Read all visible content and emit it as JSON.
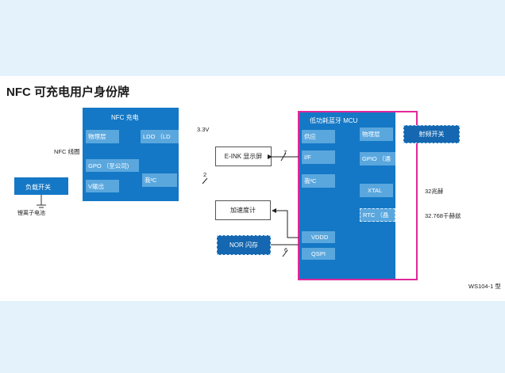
{
  "slide": {
    "title": "NFC 可充电用户身份牌",
    "footer": "WS104-1 型"
  },
  "nfc_block": {
    "title": "NFC 充电",
    "phy": "物理层",
    "ldo": "LDO （LD",
    "gpo": "GPO （至公司)",
    "vsub": "V输出",
    "i2c": "我²C"
  },
  "mcu_block": {
    "title": "低功耗蓝牙 MCU",
    "supply": "供应",
    "phy": "物理层",
    "if": "I/F",
    "gpio": "GPIO （通",
    "i2c": "我²C",
    "xtal": "XTAL",
    "rtc": "RTC （晶",
    "vddd": "VDDD",
    "qspi": "QSPI"
  },
  "left": {
    "nfc_antenna": "NFC 线圈",
    "load_switch": "负载开关",
    "battery": "锂离子电池"
  },
  "middle": {
    "v33": "3.3V",
    "eink": "E-INK 显示屏",
    "bus7": "7",
    "bus2": "2",
    "accel": "加速度计",
    "nor": "NOR 闪存",
    "bus6": "6"
  },
  "right": {
    "rf_switch": "射频开关",
    "xtal32m": "32兆赫",
    "xtal32k": "32.768千赫兹"
  },
  "colors": {
    "block": "#1478c6",
    "sub_block": "#5aa7de",
    "dashed_block": "#1467b0",
    "highlight": "#e1289b"
  }
}
